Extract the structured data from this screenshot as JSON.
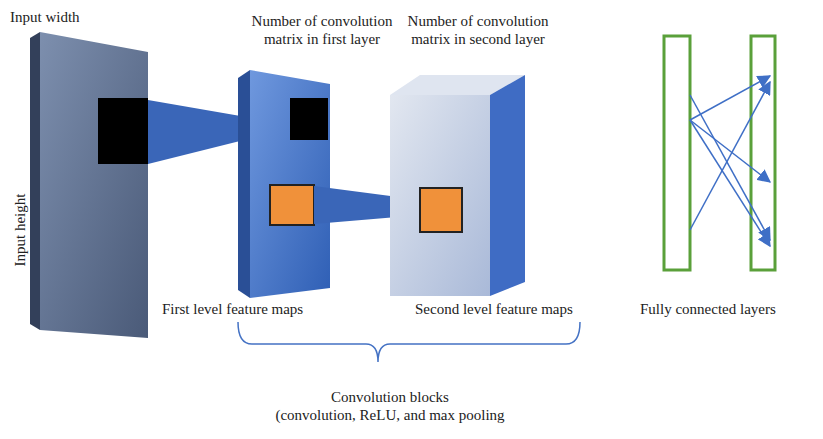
{
  "diagram": {
    "labels": [
      "Input width",
      "Input height",
      "Number of convolution matrix in first layer",
      "Number of convolution matrix in second layer",
      "First level feature maps",
      "Second level feature maps",
      "Fully connected layers",
      "Convolution blocks (convolution, ReLU, and max pooling"
    ]
  }
}
